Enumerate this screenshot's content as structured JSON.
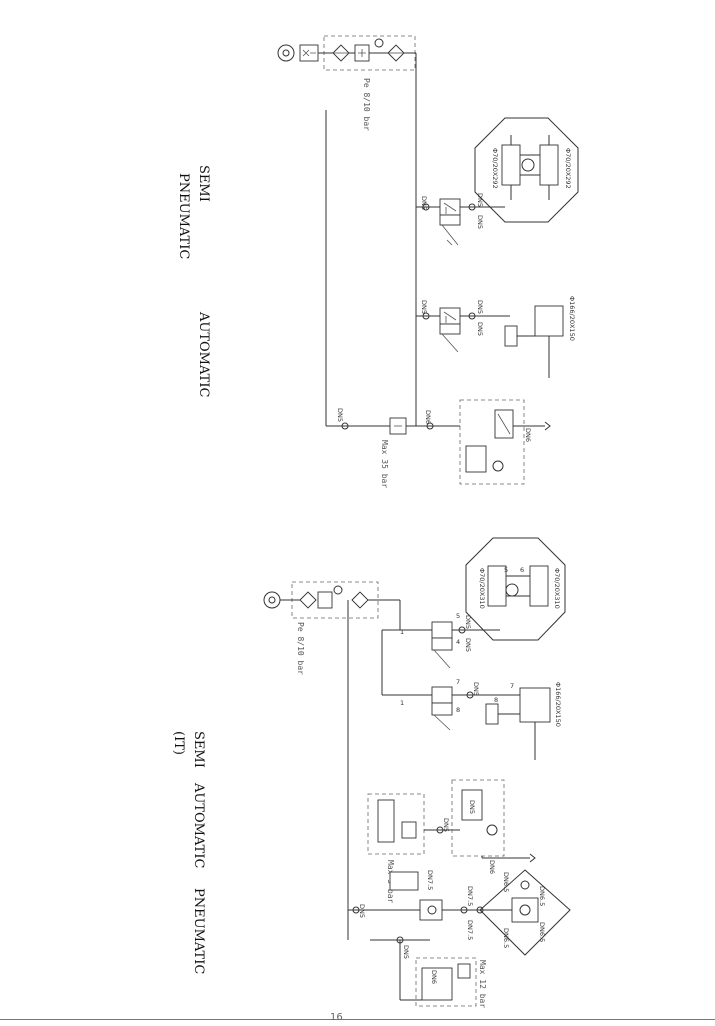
{
  "upper": {
    "title_words": [
      "SEMI",
      "PNEUMATIC",
      "AUTOMATIC"
    ],
    "supply_pressure": "Pe 8/10 bar",
    "max_pressure": "Max 35 bar",
    "cylinder_pair": "Φ70/20X292",
    "cylinder_main": "Φ166/20X150",
    "pipe_labels": [
      "DN5",
      "DN5",
      "DN5",
      "DN5",
      "DN5",
      "DN5",
      "DN5",
      "DN6",
      "DN6"
    ]
  },
  "lower": {
    "title_words": [
      "SEMI",
      "AUTOMATIC",
      "PNEUMATIC",
      "(IT)"
    ],
    "supply_pressure": "Pe 8/10 bar",
    "max_pressure_5": "Max 5 bar",
    "max_pressure_12": "Max 12 bar",
    "cylinder_left": "Φ70/20X310",
    "cylinder_right": "Φ70/20X310",
    "cylinder_main": "Φ166/20X150",
    "pipe_labels": [
      "DN5",
      "DN5",
      "DN5",
      "DN5",
      "DN5",
      "DN6",
      "DN7.5",
      "DN7.5",
      "DN7.5",
      "DN6.5",
      "DN6.5",
      "DN6.5",
      "DN6.5",
      "DN5",
      "DN5",
      "DN6"
    ],
    "numbers": [
      "1",
      "1",
      "4",
      "5",
      "5",
      "6",
      "7",
      "7",
      "8",
      "8"
    ]
  },
  "footer": {
    "page_number": "16"
  }
}
